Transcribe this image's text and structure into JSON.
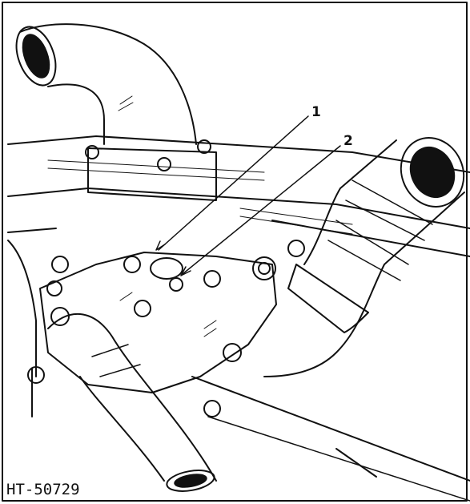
{
  "figure": {
    "callouts": [
      {
        "label": "1"
      },
      {
        "label": "2"
      }
    ],
    "figure_code": "HT-50729",
    "colors": {
      "ink": "#111111",
      "paper": "#ffffff"
    }
  }
}
